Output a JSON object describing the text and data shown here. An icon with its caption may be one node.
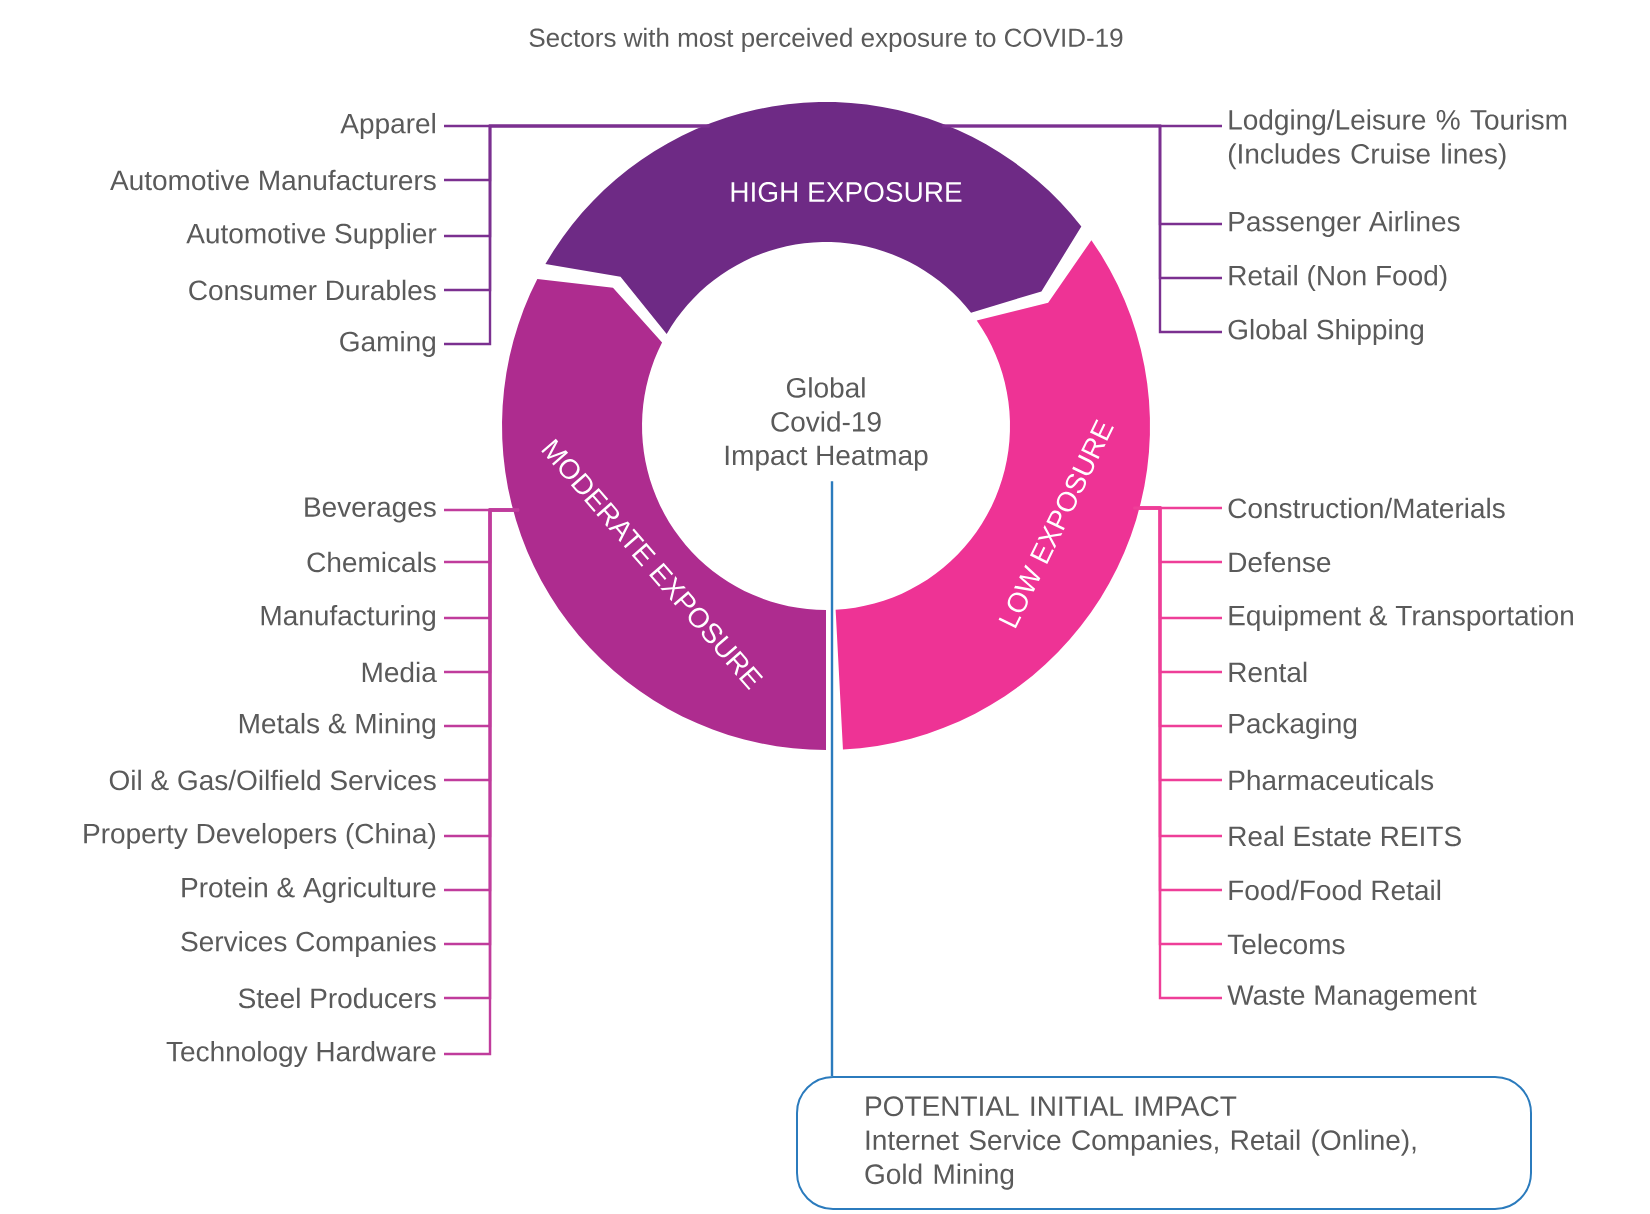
{
  "diagram": {
    "title": "Sectors with most perceived exposure to COVID-19",
    "nodes": [
      {
        "text": [
          "HIGH EXPOSURE"
        ]
      },
      {
        "text": [
          "MODERATE EXPOSURE"
        ]
      },
      {
        "text": [
          "LOW EXPOSURE"
        ]
      },
      {
        "text": [
          "Global Covid-19",
          "Impact Heatmap"
        ]
      },
      {
        "text": [
          "POTENTIAL INITIAL IMPACT",
          "Internet Service Companies, Retail (Online), Gold Mining"
        ]
      },
      {
        "text": [
          "Apparel"
        ]
      },
      {
        "text": [
          "Automotive Manufacturers"
        ]
      },
      {
        "text": [
          "Automotive Supplier"
        ]
      },
      {
        "text": [
          "Consumer Durables"
        ]
      },
      {
        "text": [
          "Gaming"
        ]
      },
      {
        "text": [
          "Lodging/Leisure % Tourism (Includes Cruise lines)"
        ]
      },
      {
        "text": [
          "Passenger Airlines"
        ]
      },
      {
        "text": [
          "Retail (Non Food)"
        ]
      },
      {
        "text": [
          "Global Shipping"
        ]
      },
      {
        "text": [
          "Beverages"
        ]
      },
      {
        "text": [
          "Chemicals"
        ]
      },
      {
        "text": [
          "Manufacturing"
        ]
      },
      {
        "text": [
          "Media"
        ]
      },
      {
        "text": [
          "Metals & Mining"
        ]
      },
      {
        "text": [
          "Oil & Gas/Oilfield Services"
        ]
      },
      {
        "text": [
          "Property Developers (China)"
        ]
      },
      {
        "text": [
          "Protein & Agriculture"
        ]
      },
      {
        "text": [
          "Services Companies"
        ]
      },
      {
        "text": [
          "Steel Producers"
        ]
      },
      {
        "text": [
          "Technology Hardware"
        ]
      },
      {
        "text": [
          "Construction/Materials"
        ]
      },
      {
        "text": [
          "Defense"
        ]
      },
      {
        "text": [
          "Equipment & Transportation"
        ]
      },
      {
        "text": [
          "Rental"
        ]
      },
      {
        "text": [
          "Packaging"
        ]
      },
      {
        "text": [
          "Pharmaceuticals"
        ]
      },
      {
        "text": [
          "Real Estate REITS"
        ]
      },
      {
        "text": [
          "Food/Food Retail"
        ]
      },
      {
        "text": [
          "Telecoms"
        ]
      },
      {
        "text": [
          "Waste Management"
        ]
      }
    ],
    "edges": [
      {
        "from": 5,
        "to": 0,
        "arrow": "none",
        "color": "#7b3090"
      },
      {
        "from": 6,
        "to": 0,
        "arrow": "none",
        "color": "#7b3090"
      },
      {
        "from": 7,
        "to": 0,
        "arrow": "none",
        "color": "#7b3090"
      },
      {
        "from": 8,
        "to": 0,
        "arrow": "none",
        "color": "#7b3090"
      },
      {
        "from": 9,
        "to": 0,
        "arrow": "none",
        "color": "#7b3090"
      },
      {
        "from": 10,
        "to": 0,
        "arrow": "none",
        "color": "#7b3090"
      },
      {
        "from": 11,
        "to": 0,
        "arrow": "none",
        "color": "#7b3090"
      },
      {
        "from": 12,
        "to": 0,
        "arrow": "none",
        "color": "#7b3090"
      },
      {
        "from": 13,
        "to": 0,
        "arrow": "none",
        "color": "#7b3090"
      },
      {
        "from": 14,
        "to": 1,
        "arrow": "none",
        "color": "#c03c9c"
      },
      {
        "from": 15,
        "to": 1,
        "arrow": "none",
        "color": "#c03c9c"
      },
      {
        "from": 16,
        "to": 1,
        "arrow": "none",
        "color": "#c03c9c"
      },
      {
        "from": 17,
        "to": 1,
        "arrow": "none",
        "color": "#c03c9c"
      },
      {
        "from": 18,
        "to": 1,
        "arrow": "none",
        "color": "#c03c9c"
      },
      {
        "from": 19,
        "to": 1,
        "arrow": "none",
        "color": "#c03c9c"
      },
      {
        "from": 20,
        "to": 1,
        "arrow": "none",
        "color": "#c03c9c"
      },
      {
        "from": 21,
        "to": 1,
        "arrow": "none",
        "color": "#c03c9c"
      },
      {
        "from": 22,
        "to": 1,
        "arrow": "none",
        "color": "#c03c9c"
      },
      {
        "from": 23,
        "to": 1,
        "arrow": "none",
        "color": "#c03c9c"
      },
      {
        "from": 24,
        "to": 1,
        "arrow": "none",
        "color": "#c03c9c"
      },
      {
        "from": 25,
        "to": 2,
        "arrow": "none",
        "color": "#ee3e98"
      },
      {
        "from": 26,
        "to": 2,
        "arrow": "none",
        "color": "#ee3e98"
      },
      {
        "from": 27,
        "to": 2,
        "arrow": "none",
        "color": "#ee3e98"
      },
      {
        "from": 28,
        "to": 2,
        "arrow": "none",
        "color": "#ee3e98"
      },
      {
        "from": 29,
        "to": 2,
        "arrow": "none",
        "color": "#ee3e98"
      },
      {
        "from": 30,
        "to": 2,
        "arrow": "none",
        "color": "#ee3e98"
      },
      {
        "from": 31,
        "to": 2,
        "arrow": "none",
        "color": "#ee3e98"
      },
      {
        "from": 32,
        "to": 2,
        "arrow": "none",
        "color": "#ee3e98"
      },
      {
        "from": 33,
        "to": 2,
        "arrow": "none",
        "color": "#ee3e98"
      },
      {
        "from": 34,
        "to": 2,
        "arrow": "none",
        "color": "#ee3e98"
      },
      {
        "from": 3,
        "to": 4,
        "arrow": "none",
        "color": "#2b7bbd"
      }
    ]
  }
}
